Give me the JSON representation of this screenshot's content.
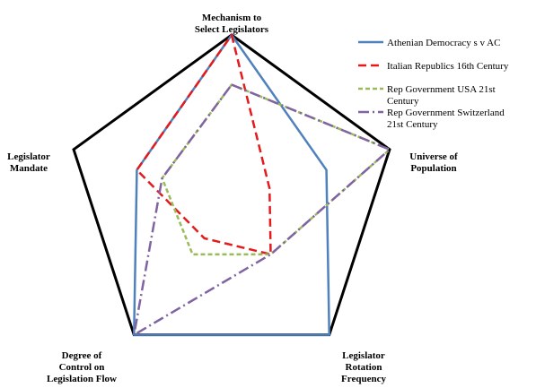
{
  "chart_data": {
    "type": "radar",
    "axes": [
      {
        "label_lines": [
          "Mechanism to",
          "Select Legislators"
        ]
      },
      {
        "label_lines": [
          "Universe of",
          "Population"
        ]
      },
      {
        "label_lines": [
          "Legislator",
          "Rotation",
          "Frequency"
        ]
      },
      {
        "label_lines": [
          "Degree of",
          "Control on",
          "Legislation Flow"
        ]
      },
      {
        "label_lines": [
          "Legislator",
          "Mandate"
        ]
      }
    ],
    "range": [
      0,
      5
    ],
    "series": [
      {
        "name": "Athenian Democracy s v AC",
        "legend_lines": [
          "Athenian Democracy s v AC"
        ],
        "color": "#4f81bd",
        "dash": "solid",
        "values": [
          5,
          3,
          5,
          5,
          3
        ]
      },
      {
        "name": "Italian Republics 16th Century",
        "legend_lines": [
          "Italian Republics 16th Century"
        ],
        "color": "#e41a1c",
        "dash": "dash",
        "values": [
          5,
          1.2,
          2,
          1.4,
          3
        ]
      },
      {
        "name": "Rep Government USA 21st Century",
        "legend_lines": [
          "Rep Government USA 21st",
          "Century"
        ],
        "color": "#9bbb59",
        "dash": "shortdash",
        "values": [
          3.5,
          5,
          2,
          2,
          2.2
        ]
      },
      {
        "name": "Rep Government Switzerland 21st Century",
        "legend_lines": [
          "Rep Government Switzerland",
          "21st Century"
        ],
        "color": "#8064a2",
        "dash": "dashdot",
        "values": [
          3.5,
          5,
          2,
          5,
          2.2
        ]
      }
    ]
  }
}
